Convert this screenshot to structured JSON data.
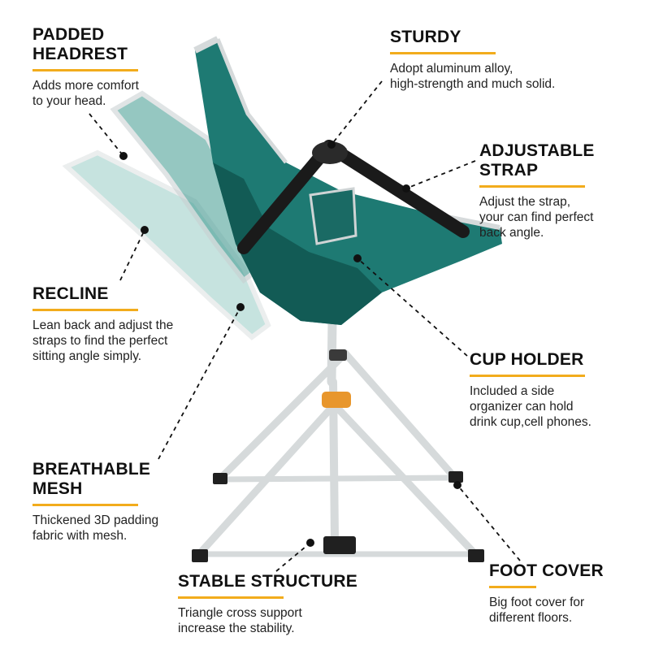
{
  "colors": {
    "accent": "#f2ac1c",
    "fabric": "#1e7a73",
    "fabric_dark": "#125b55",
    "frame": "#d9dcdd",
    "strap": "#1a1a1a"
  },
  "callouts": {
    "headrest": {
      "title_line1": "PADDED",
      "title_line2": "HEADREST",
      "desc": "Adds more comfort\nto your head."
    },
    "sturdy": {
      "title_line1": "STURDY",
      "title_line2": "",
      "desc": "Adopt  aluminum alloy,\nhigh-strength and much solid."
    },
    "strap": {
      "title_line1": "ADJUSTABLE",
      "title_line2": "STRAP",
      "desc": "Adjust the strap,\nyour can find perfect\nback angle."
    },
    "recline": {
      "title_line1": "RECLINE",
      "title_line2": "",
      "desc": "Lean back and adjust the\nstraps to find the perfect\nsitting angle simply."
    },
    "cup": {
      "title_line1": "CUP HOLDER",
      "title_line2": "",
      "desc": "Included a side\norganizer can hold\ndrink cup,cell phones."
    },
    "mesh": {
      "title_line1": "BREATHABLE",
      "title_line2": "MESH",
      "desc": "Thickened 3D padding\nfabric with mesh."
    },
    "stable": {
      "title_line1": "STABLE STRUCTURE",
      "title_line2": "",
      "desc": "Triangle cross support\nincrease the stability."
    },
    "foot": {
      "title_line1": "FOOT COVER",
      "title_line2": "",
      "desc": "Big foot cover for\ndifferent floors."
    }
  }
}
